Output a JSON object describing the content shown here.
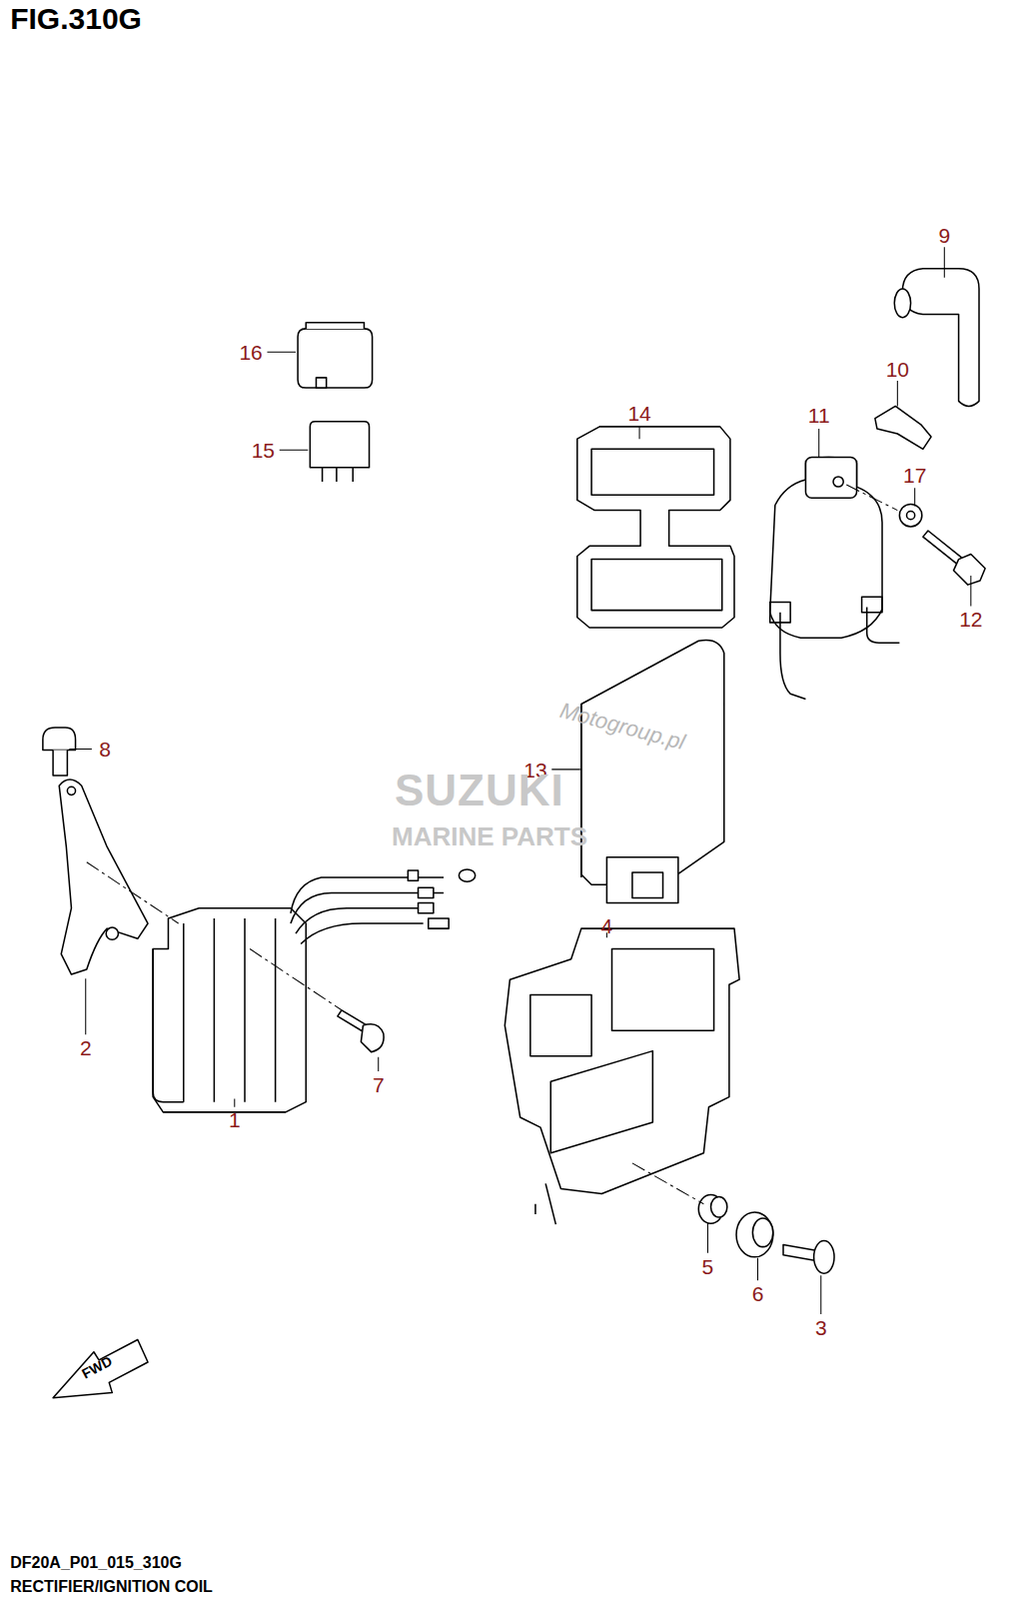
{
  "diagram": {
    "title": "FIG.310G",
    "caption": "RECTIFIER/IGNITION COIL",
    "labels": [
      "16",
      "15",
      "14",
      "11",
      "10",
      "9",
      "17",
      "12",
      "8",
      "13",
      "2",
      "7",
      "1",
      "4",
      "5",
      "6",
      "3",
      "Motogroup.pl",
      "SUZUKI",
      "MARINE PARTS",
      "FWD",
      "DF20A_P01_015_310G"
    ]
  }
}
